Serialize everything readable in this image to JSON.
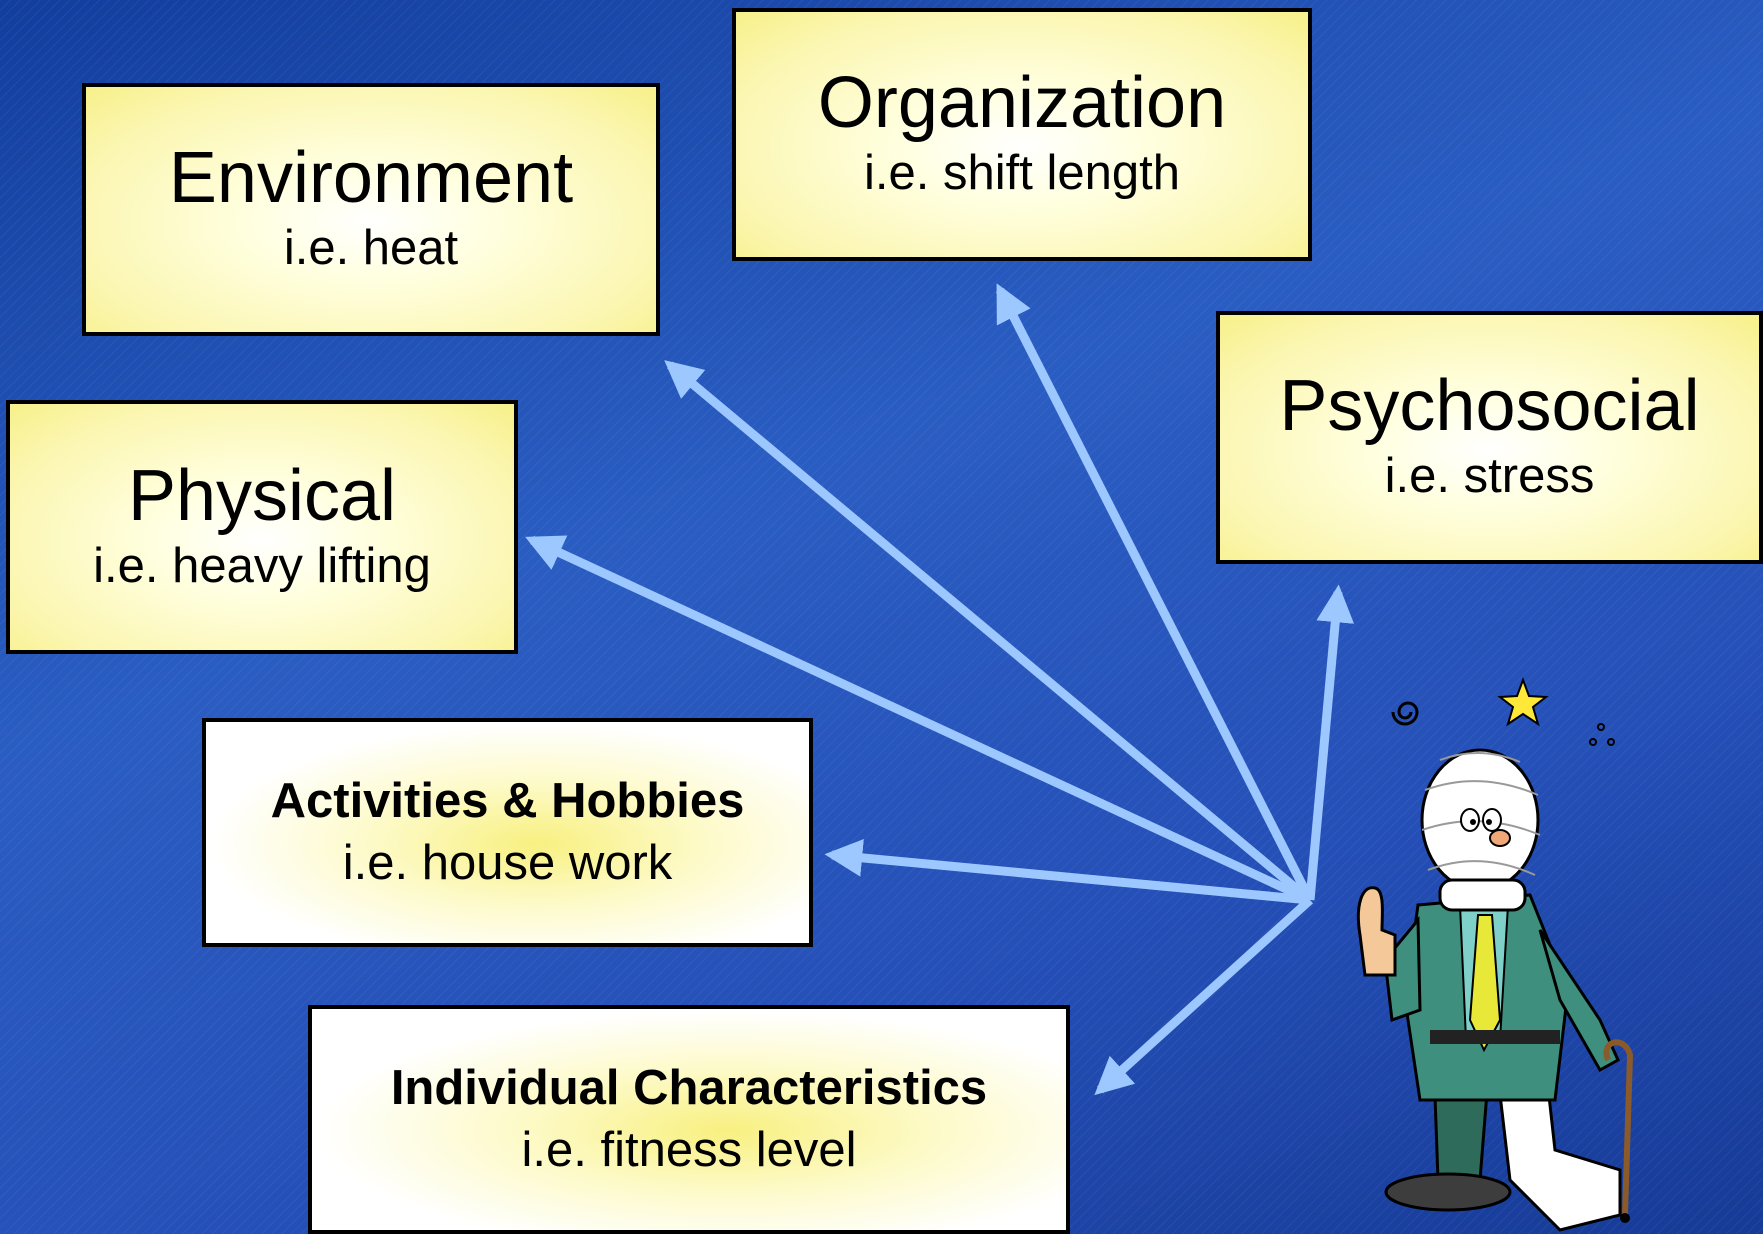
{
  "boxes": {
    "organization": {
      "title": "Organization",
      "example": "i.e. shift length"
    },
    "environment": {
      "title": "Environment",
      "example": "i.e. heat"
    },
    "psychosocial": {
      "title": "Psychosocial",
      "example": "i.e. stress"
    },
    "physical": {
      "title": "Physical",
      "example": "i.e. heavy lifting"
    },
    "activities": {
      "title": "Activities & Hobbies",
      "example": "i.e. house work"
    },
    "individual": {
      "title": "Individual Characteristics",
      "example": "i.e. fitness level"
    }
  },
  "colors": {
    "background": "#2a5dc2",
    "arrow": "#9cc8ff",
    "box_fill": "#fbf6b0",
    "box_border": "#000000"
  }
}
